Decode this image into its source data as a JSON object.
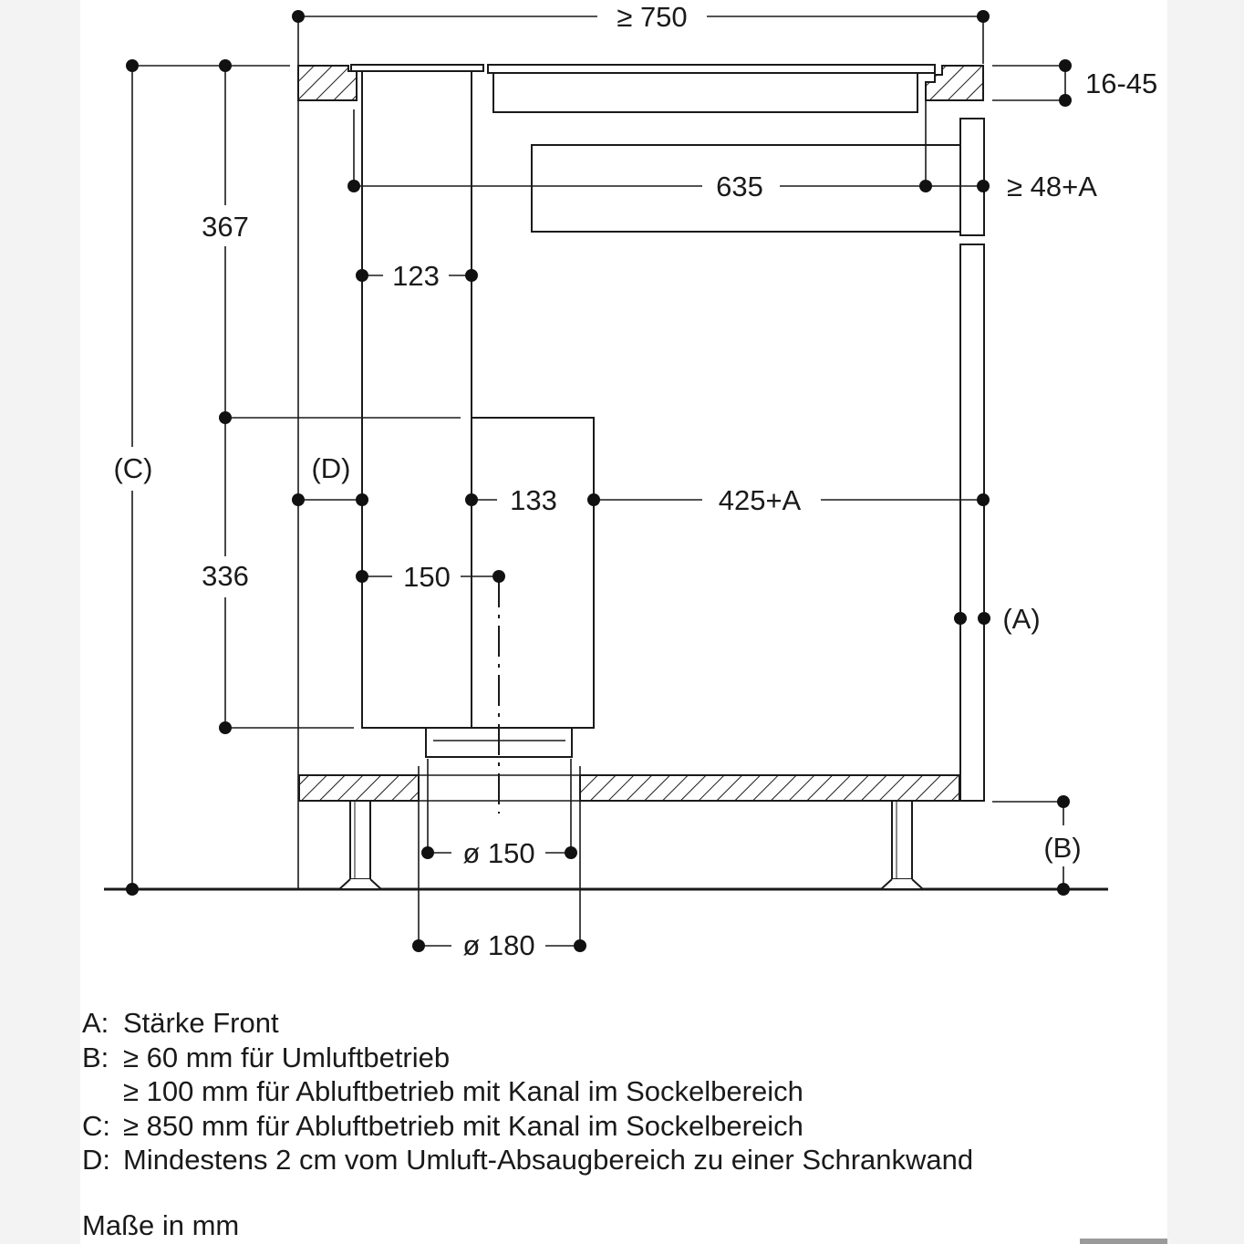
{
  "dimensions": {
    "total_width": "≥ 750",
    "worktop_thickness": "16-45",
    "depth_635": "635",
    "front_offset": "≥ 48+A",
    "height_367": "367",
    "width_123": "123",
    "label_C": "(C)",
    "label_D": "(D)",
    "depth_133": "133",
    "depth_425": "425+A",
    "height_336": "336",
    "offset_150": "150",
    "label_A": "(A)",
    "label_B": "(B)",
    "diameter_150": "ø 150",
    "diameter_180": "ø 180"
  },
  "legend": [
    {
      "key": "A:",
      "text": "Stärke Front"
    },
    {
      "key": "B:",
      "text": "≥ 60 mm für Umluftbetrieb"
    },
    {
      "key": "",
      "text": "≥ 100 mm für Abluftbetrieb mit Kanal im Sockelbereich"
    },
    {
      "key": "C:",
      "text": "≥ 850 mm für Abluftbetrieb mit Kanal im Sockelbereich"
    },
    {
      "key": "D:",
      "text": "Mindestens 2 cm vom Umluft-Absaugbereich zu einer Schrankwand"
    }
  ],
  "units_note": "Maße in mm"
}
